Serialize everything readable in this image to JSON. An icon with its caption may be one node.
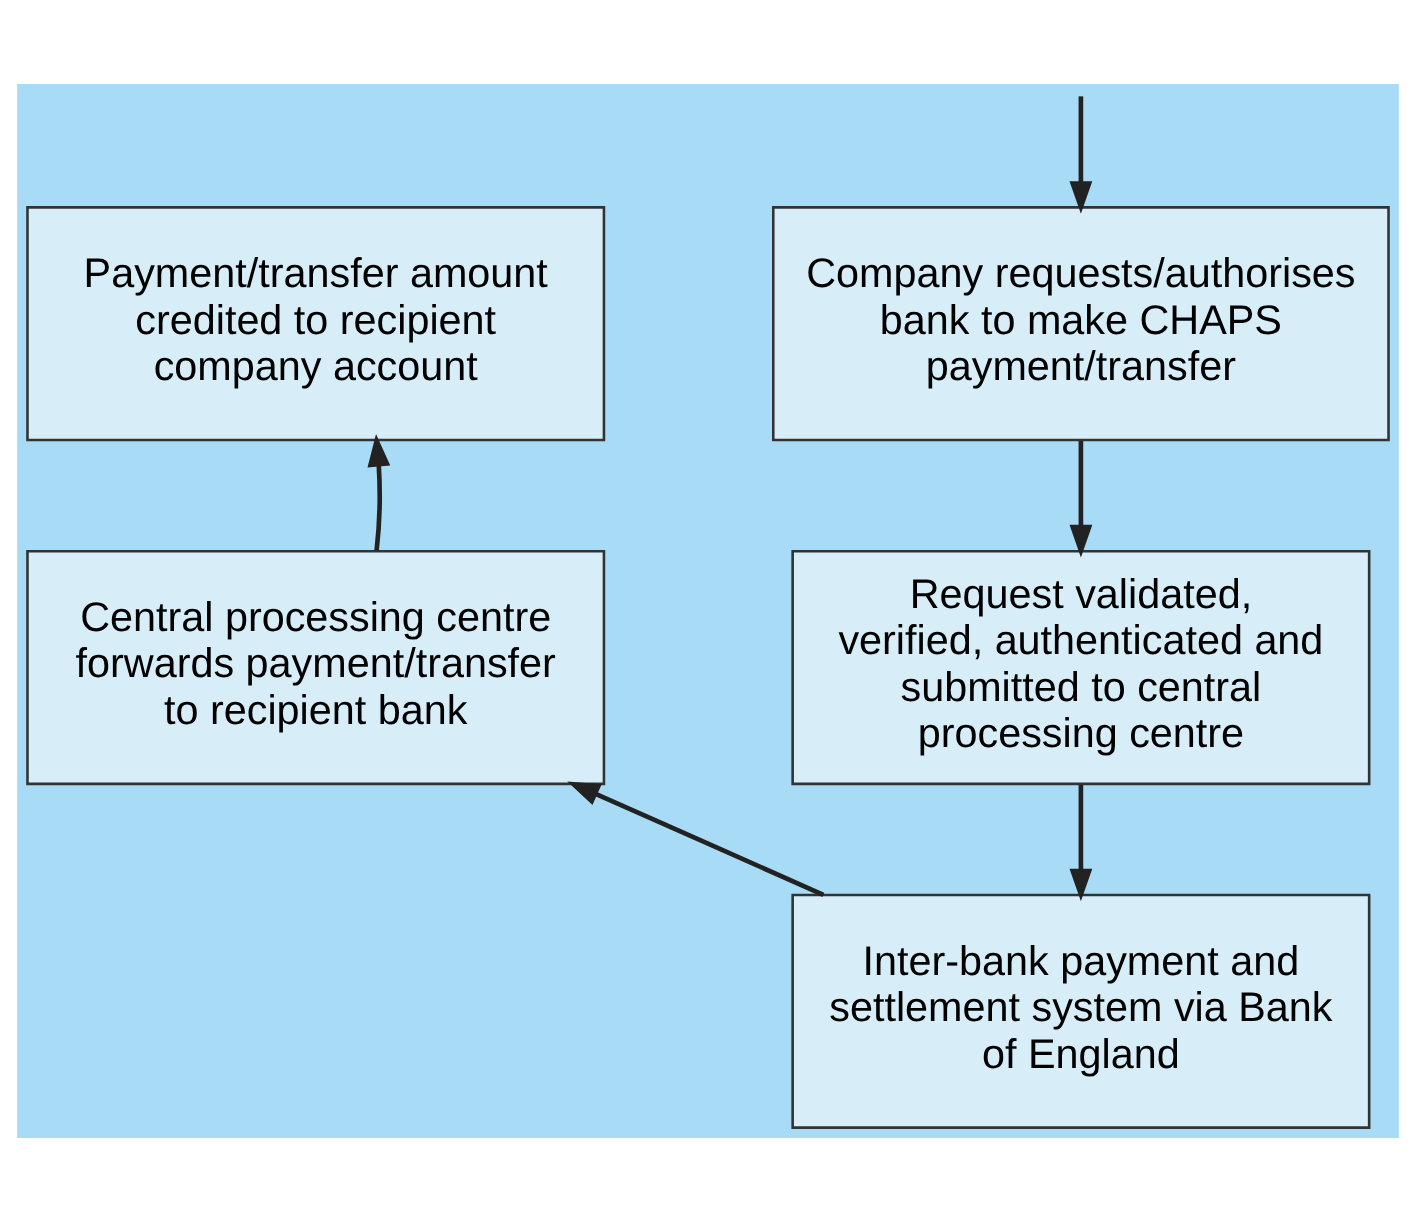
{
  "diagram": {
    "nodes": [
      {
        "text": [
          "Company requests/authorises bank to make CHAPS payment/transfer"
        ]
      },
      {
        "text": [
          "Request validated, verified, authenticated and submitted to central processing centre"
        ]
      },
      {
        "text": [
          "Inter-bank payment and settlement system via Bank of England"
        ]
      },
      {
        "text": [
          "Central processing centre forwards payment/transfer to recipient bank"
        ]
      },
      {
        "text": [
          "Payment/transfer amount credited to recipient company account"
        ]
      }
    ],
    "edges": [
      {
        "from": null,
        "to": 0,
        "arrow": "to"
      },
      {
        "from": 0,
        "to": 1,
        "arrow": "to"
      },
      {
        "from": 1,
        "to": 2,
        "arrow": "to"
      },
      {
        "from": 2,
        "to": 3,
        "arrow": "to"
      },
      {
        "from": 3,
        "to": 4,
        "arrow": "to"
      }
    ]
  }
}
